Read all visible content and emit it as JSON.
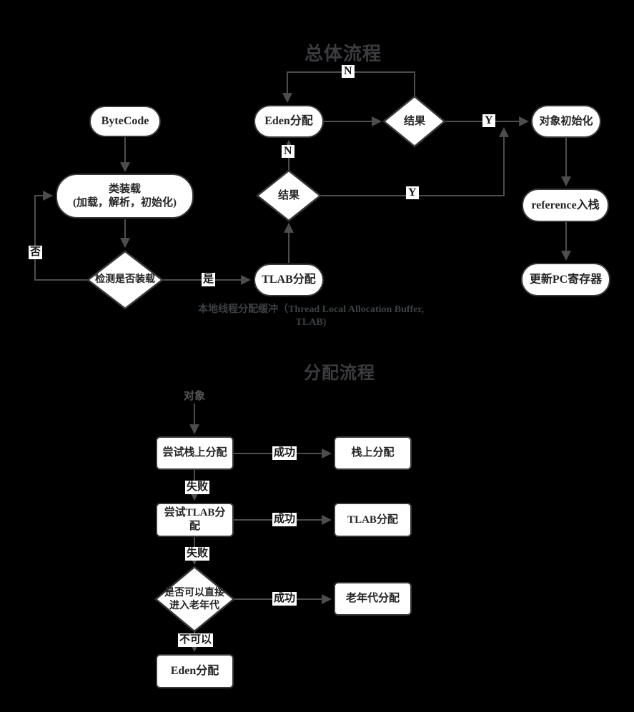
{
  "sections": {
    "overall": {
      "title": "总体流程",
      "caption_line1": "本地线程分配缓冲（Thread Local Allocation Buffer,",
      "caption_line2": "TLAB)",
      "nodes": {
        "bytecode": "ByteCode",
        "classload_line1": "类装载",
        "classload_line2": "(加载，解析，初始化)",
        "check_loaded": "检测是否装载",
        "tlab": "TLAB分配",
        "result_tlab": "结果",
        "eden": "Eden分配",
        "result_eden": "结果",
        "obj_init": "对象初始化",
        "reference_push": "reference入栈",
        "update_pc": "更新PC寄存器"
      },
      "edge_labels": {
        "no": "否",
        "yes": "是",
        "n": "N",
        "y": "Y"
      }
    },
    "alloc": {
      "title": "分配流程",
      "source": "对象",
      "nodes": {
        "try_stack": "尝试栈上分配",
        "stack_alloc": "栈上分配",
        "try_tlab": "尝试TLAB分配",
        "tlab_alloc": "TLAB分配",
        "check_old": "是否可以直接进入老年代",
        "old_alloc": "老年代分配",
        "eden_alloc": "Eden分配"
      },
      "edge_labels": {
        "success": "成功",
        "fail": "失败",
        "cannot": "不可以"
      }
    }
  },
  "colors": {
    "background": "#000000",
    "node_fill": "#ffffff",
    "node_border": "#383838",
    "edge_line": "#4d4d4d",
    "node_text": "#262626",
    "edge_label_text": "#1a1a1a",
    "title_text": "#3c3c40",
    "caption_text": "#3d4144",
    "source_text": "#555555"
  }
}
